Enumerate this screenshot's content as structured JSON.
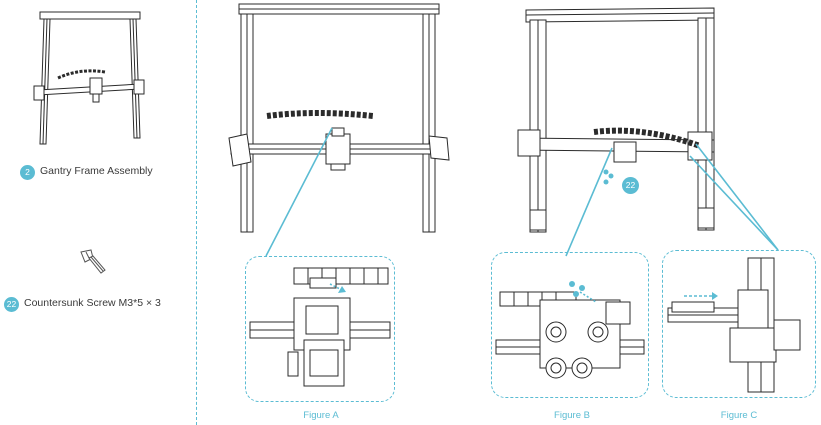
{
  "parts": [
    {
      "badge": "2",
      "label": "Gantry Frame Assembly",
      "icon": "gantry-frame-icon"
    },
    {
      "badge": "22",
      "label": "Countersunk Screw M3*5 × 3",
      "icon": "countersunk-screw-icon"
    }
  ],
  "step_badge": "22",
  "figures": [
    {
      "label": "Figure A"
    },
    {
      "label": "Figure B"
    },
    {
      "label": "Figure C"
    }
  ],
  "colors": {
    "accent": "#5bbcd3",
    "line": "#2b2b2b",
    "text": "#3a3a3a"
  }
}
